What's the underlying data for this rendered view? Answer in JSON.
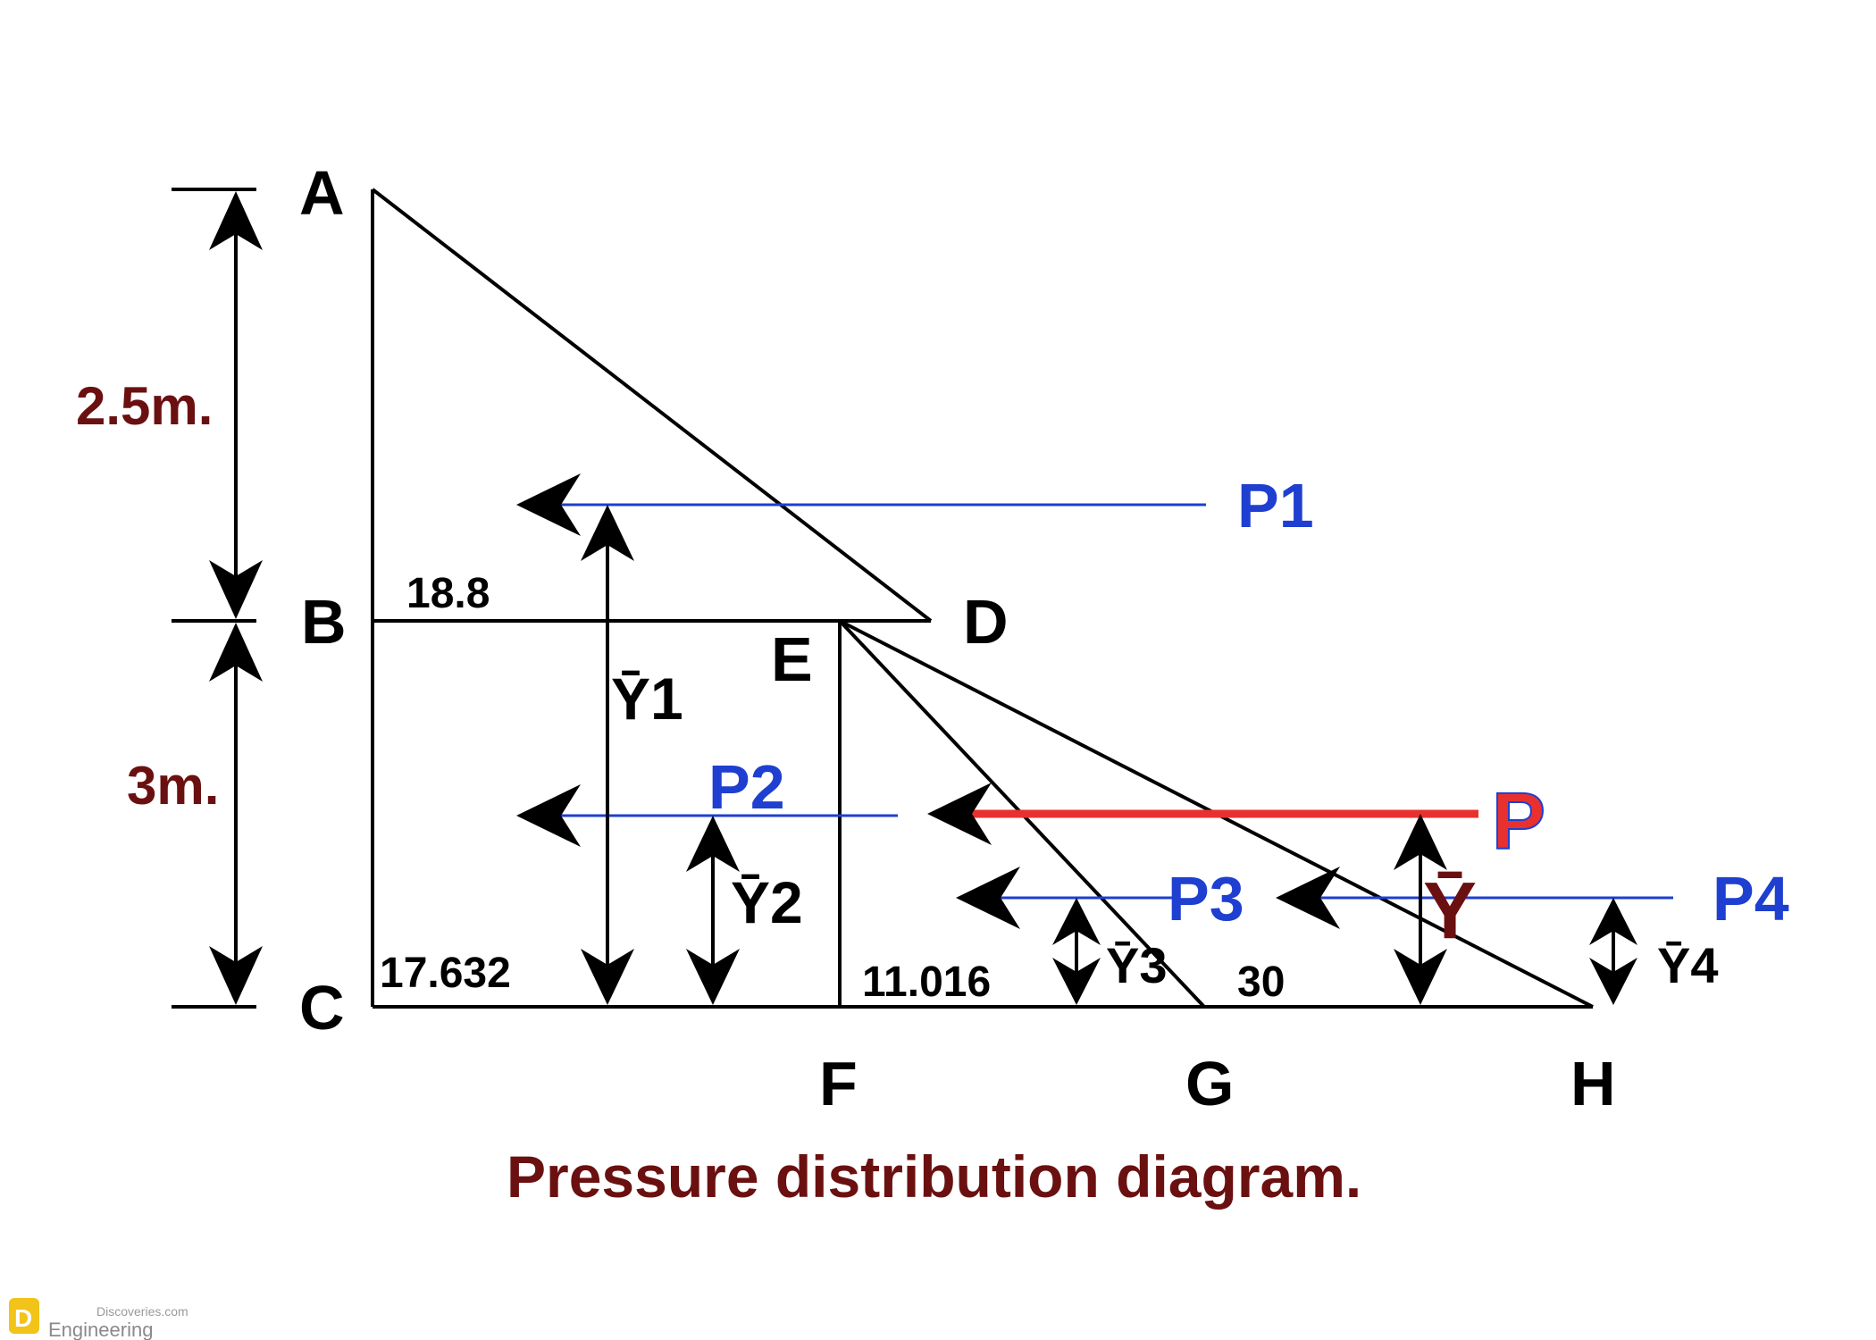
{
  "points": {
    "A": "A",
    "B": "B",
    "C": "C",
    "D": "D",
    "E": "E",
    "F": "F",
    "G": "G",
    "H": "H"
  },
  "dimensions": {
    "top": "2.5m.",
    "bottom": "3m."
  },
  "values": {
    "b": "18.8",
    "c": "17.632",
    "f": "11.016",
    "g": "30"
  },
  "forces": {
    "p1": "P1",
    "p2": "P2",
    "p3": "P3",
    "p4": "P4",
    "p": "P"
  },
  "centroids": {
    "y1": "Ȳ1",
    "y2": "Ȳ2",
    "y3": "Ȳ3",
    "y4": "Ȳ4",
    "y": "Ȳ"
  },
  "caption": "Pressure distribution diagram.",
  "logo": {
    "small": "Discoveries.com",
    "main": "Engineering",
    "mark": "D"
  },
  "colors": {
    "force_line": "#1f3fd0",
    "resultant": "#e8312f",
    "dimension_text": "#6b1010"
  }
}
